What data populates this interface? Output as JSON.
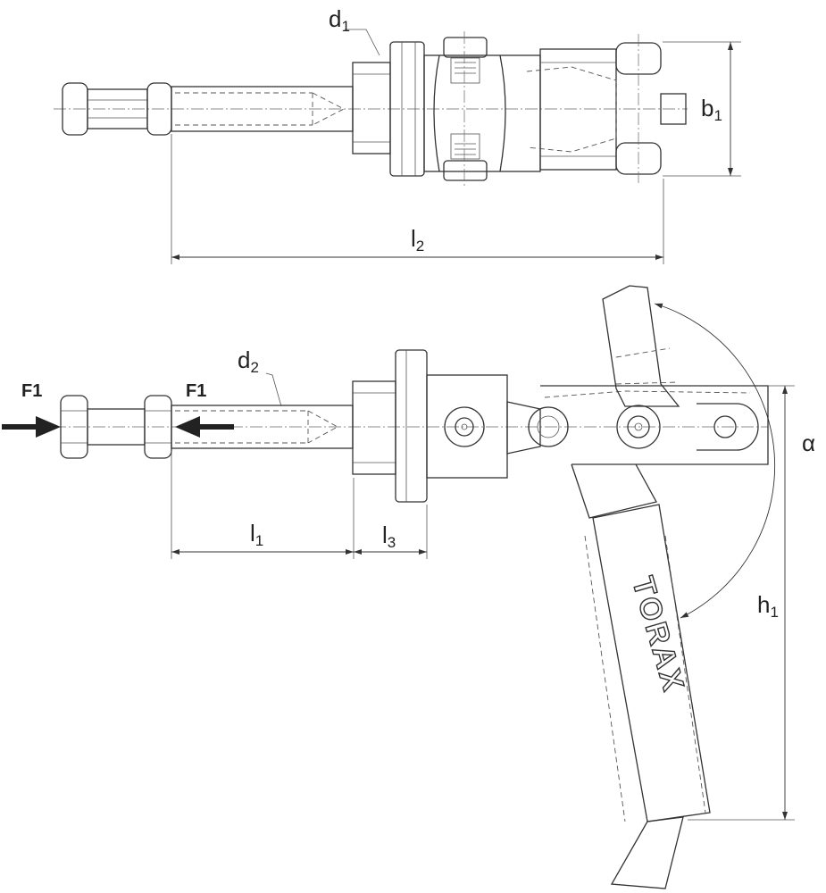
{
  "labels": {
    "d1": "d",
    "d1_sub": "1",
    "b1": "b",
    "b1_sub": "1",
    "l2": "l",
    "l2_sub": "2",
    "d2": "d",
    "d2_sub": "2",
    "l1": "l",
    "l1_sub": "1",
    "l3": "l",
    "l3_sub": "3",
    "h1": "h",
    "h1_sub": "1",
    "alpha": "α",
    "force_left": "F1",
    "force_right": "F1",
    "brand": "TORAX"
  },
  "colors": {
    "line": "#333333",
    "background": "#ffffff",
    "arrow": "#222222"
  }
}
